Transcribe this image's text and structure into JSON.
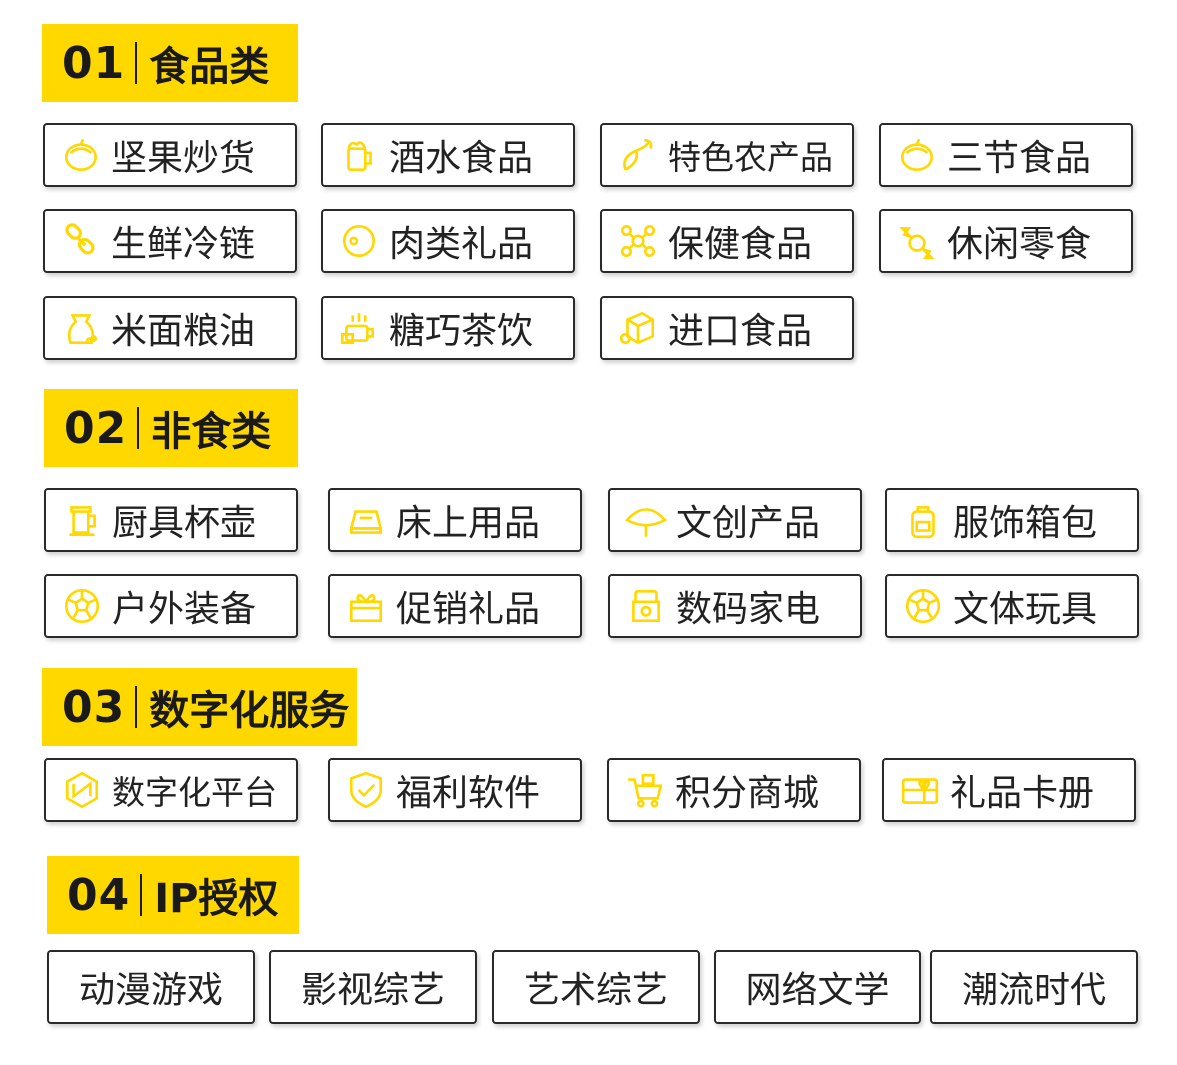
{
  "sections": [
    {
      "num": "01",
      "title": "食品类",
      "items": [
        {
          "label": "坚果炒货",
          "icon": "nut-icon"
        },
        {
          "label": "酒水食品",
          "icon": "beer-mug-icon"
        },
        {
          "label": "特色农产品",
          "icon": "eggplant-icon"
        },
        {
          "label": "三节食品",
          "icon": "mooncake-icon"
        },
        {
          "label": "生鲜冷链",
          "icon": "chain-link-icon"
        },
        {
          "label": "肉类礼品",
          "icon": "meat-icon"
        },
        {
          "label": "保健食品",
          "icon": "molecule-icon"
        },
        {
          "label": "休闲零食",
          "icon": "candy-icon"
        },
        {
          "label": "米面粮油",
          "icon": "rice-sack-icon"
        },
        {
          "label": "糖巧茶饮",
          "icon": "tea-cup-icon"
        },
        {
          "label": "进口食品",
          "icon": "package-box-icon"
        }
      ]
    },
    {
      "num": "02",
      "title": "非食类",
      "items": [
        {
          "label": "厨具杯壶",
          "icon": "kettle-icon"
        },
        {
          "label": "床上用品",
          "icon": "bed-icon"
        },
        {
          "label": "文创产品",
          "icon": "fan-icon"
        },
        {
          "label": "服饰箱包",
          "icon": "backpack-icon"
        },
        {
          "label": "户外装备",
          "icon": "football-icon"
        },
        {
          "label": "促销礼品",
          "icon": "gift-box-icon"
        },
        {
          "label": "数码家电",
          "icon": "appliance-icon"
        },
        {
          "label": "文体玩具",
          "icon": "ball-icon"
        }
      ]
    },
    {
      "num": "03",
      "title": "数字化服务",
      "items": [
        {
          "label": "数字化平台",
          "icon": "platform-logo-icon"
        },
        {
          "label": "福利软件",
          "icon": "shield-check-icon"
        },
        {
          "label": "积分商城",
          "icon": "shopping-cart-icon"
        },
        {
          "label": "礼品卡册",
          "icon": "gift-card-icon"
        }
      ]
    },
    {
      "num": "04",
      "title": "IP授权",
      "items": [
        {
          "label": "动漫游戏"
        },
        {
          "label": "影视综艺"
        },
        {
          "label": "艺术综艺"
        },
        {
          "label": "网络文学"
        },
        {
          "label": "潮流时代"
        }
      ]
    }
  ],
  "colors": {
    "accent": "#ffd800",
    "border": "#2a2a2a",
    "text": "#222222"
  }
}
